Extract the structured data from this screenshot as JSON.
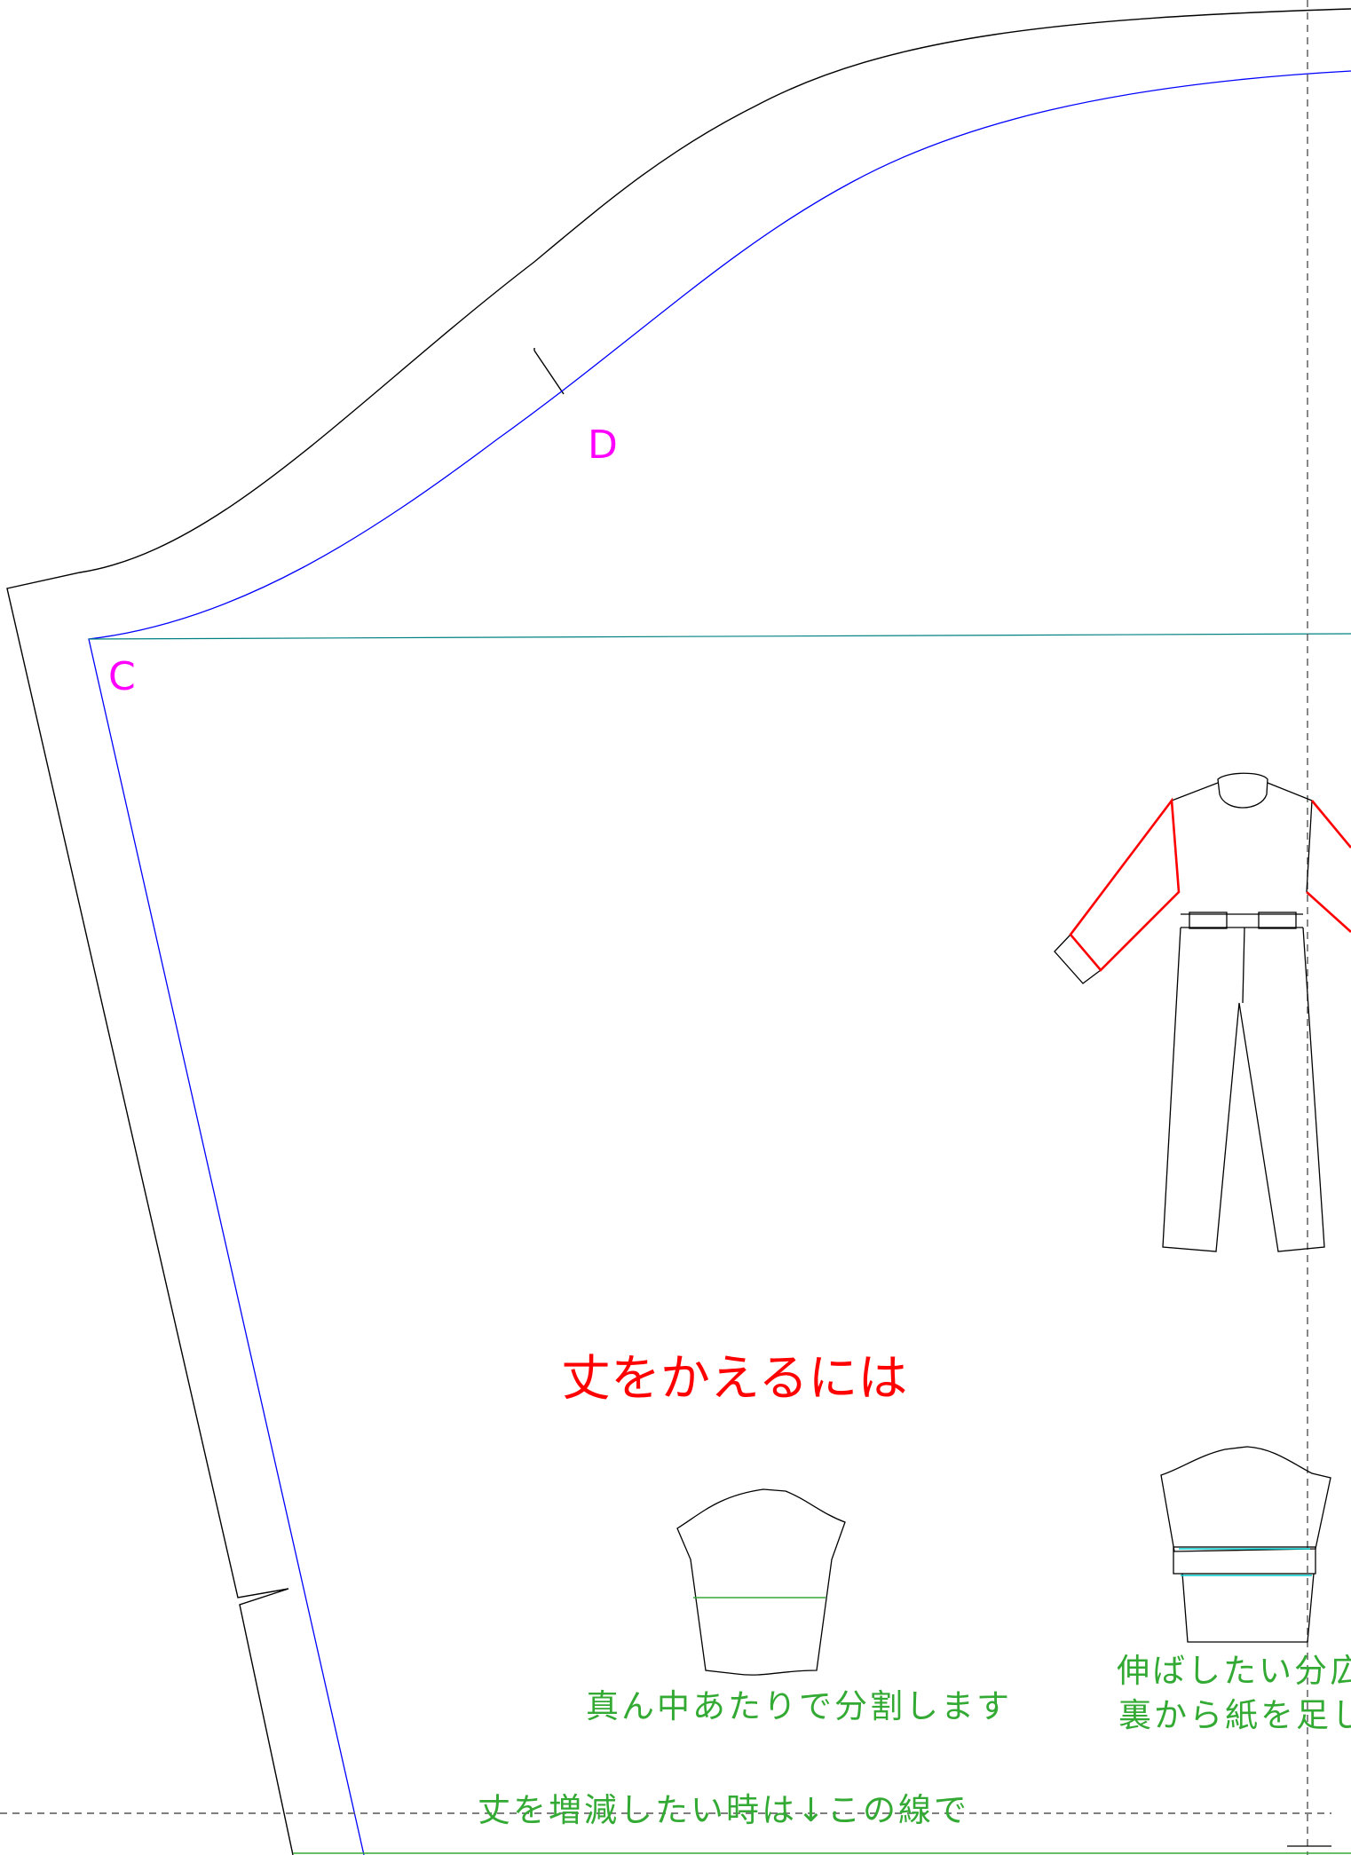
{
  "labels": {
    "point_c": "C",
    "point_d": "D"
  },
  "texts": {
    "title": "丈をかえるには",
    "caption_divide": "真ん中あたりで分割します",
    "caption_extend_1": "伸ばしたい分広",
    "caption_extend_2": "裏から紙を足し",
    "hem_instruction": "丈を増減したい時は↓この線で"
  },
  "colors": {
    "outline": "#000000",
    "seam_line": "#0000ff",
    "reference_line": "#008080",
    "point_label": "#ff00ff",
    "title": "#ff0000",
    "caption": "#33aa33",
    "highlight_sleeve": "#ff0000",
    "guide_cyan": "#00cccc"
  }
}
